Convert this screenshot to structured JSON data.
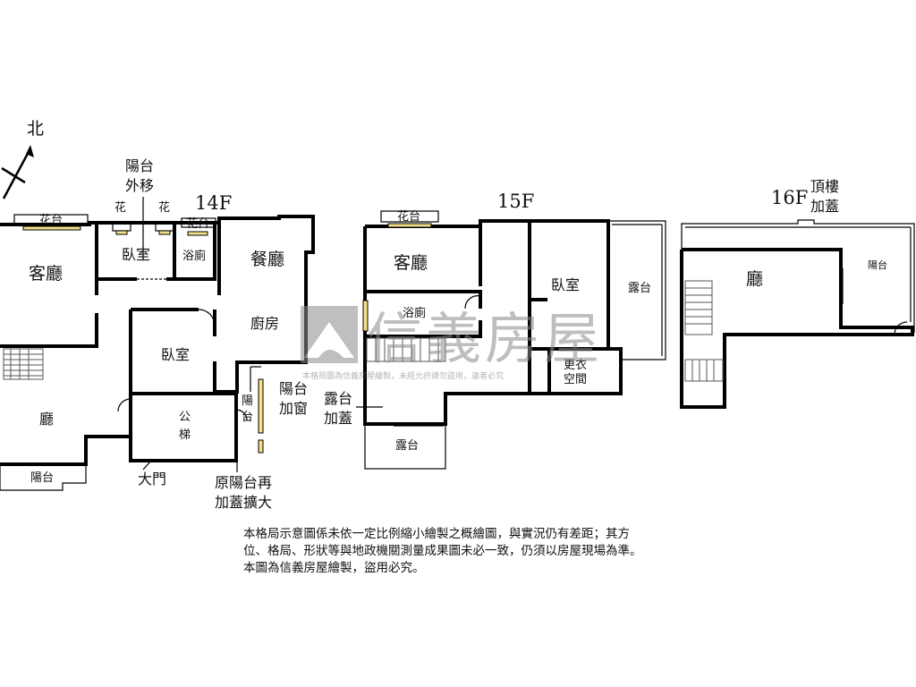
{
  "compass": {
    "label": "北"
  },
  "floors": {
    "f14": "14F",
    "f15": "15F",
    "f16": "16F"
  },
  "rooms": {
    "f14": {
      "living_room": "客廳",
      "bedroom_top": "臥室",
      "bathroom": "浴廁",
      "dining_room": "餐廳",
      "kitchen": "廚房",
      "bedroom_mid": "臥室",
      "hall": "廳",
      "public_elevator": [
        "公",
        "梯"
      ],
      "balcony_bottom": "陽台",
      "balcony_side": [
        "陽",
        "台"
      ],
      "planter_left": "花台",
      "planter_a": "花",
      "planter_b": "花",
      "planter_right": "花台"
    },
    "f15": {
      "living_room": "客廳",
      "bathroom": "浴廁",
      "bedroom": "臥室",
      "terrace_right": "露台",
      "dressing_room": [
        "更衣",
        "空間"
      ],
      "terrace_bottom": "露台",
      "planter": "花台"
    },
    "f16": {
      "hall": "廳",
      "balcony": "陽台"
    }
  },
  "annotations": {
    "balcony_moved_out": [
      "陽台",
      "外移"
    ],
    "balcony_added_window": [
      "陽台",
      "加窗"
    ],
    "main_door": "大門",
    "balcony_extended": [
      "原陽台再",
      "加蓋擴大"
    ],
    "terrace_covered": [
      "露台",
      "加蓋"
    ],
    "rooftop_addition": [
      "頂樓",
      "加蓋"
    ]
  },
  "watermark": {
    "brand": "信義房屋",
    "caption": "本格局圖為信義房屋繪製，未經允許請勿盜用，違者必究"
  },
  "notice": {
    "line1": "本格局示意圖係未依一定比例縮小繪製之概繪圖，與實況仍有差距；其方",
    "line2": "位、格局、形狀等與地政機關測量成果圖未必一致，仍須以房屋現場為準。",
    "line3": "本圖為信義房屋繪製，盜用必究。"
  }
}
